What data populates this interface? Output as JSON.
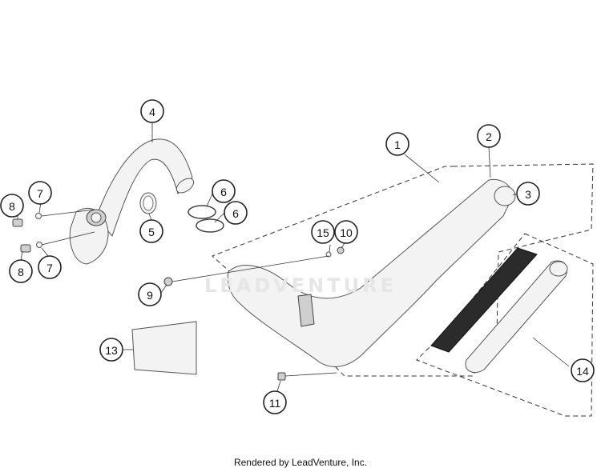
{
  "diagram": {
    "callouts": [
      {
        "id": "c1",
        "label": "1"
      },
      {
        "id": "c2",
        "label": "2"
      },
      {
        "id": "c3",
        "label": "3"
      },
      {
        "id": "c4",
        "label": "4"
      },
      {
        "id": "c5",
        "label": "5"
      },
      {
        "id": "c6a",
        "label": "6"
      },
      {
        "id": "c6b",
        "label": "6"
      },
      {
        "id": "c7a",
        "label": "7"
      },
      {
        "id": "c7b",
        "label": "7"
      },
      {
        "id": "c8a",
        "label": "8"
      },
      {
        "id": "c8b",
        "label": "8"
      },
      {
        "id": "c9",
        "label": "9"
      },
      {
        "id": "c10",
        "label": "10"
      },
      {
        "id": "c11",
        "label": "11"
      },
      {
        "id": "c13",
        "label": "13"
      },
      {
        "id": "c14",
        "label": "14"
      },
      {
        "id": "c15",
        "label": "15"
      }
    ],
    "watermark": "LEADVENTURE"
  },
  "footer": {
    "text": "Rendered by LeadVenture, Inc."
  }
}
